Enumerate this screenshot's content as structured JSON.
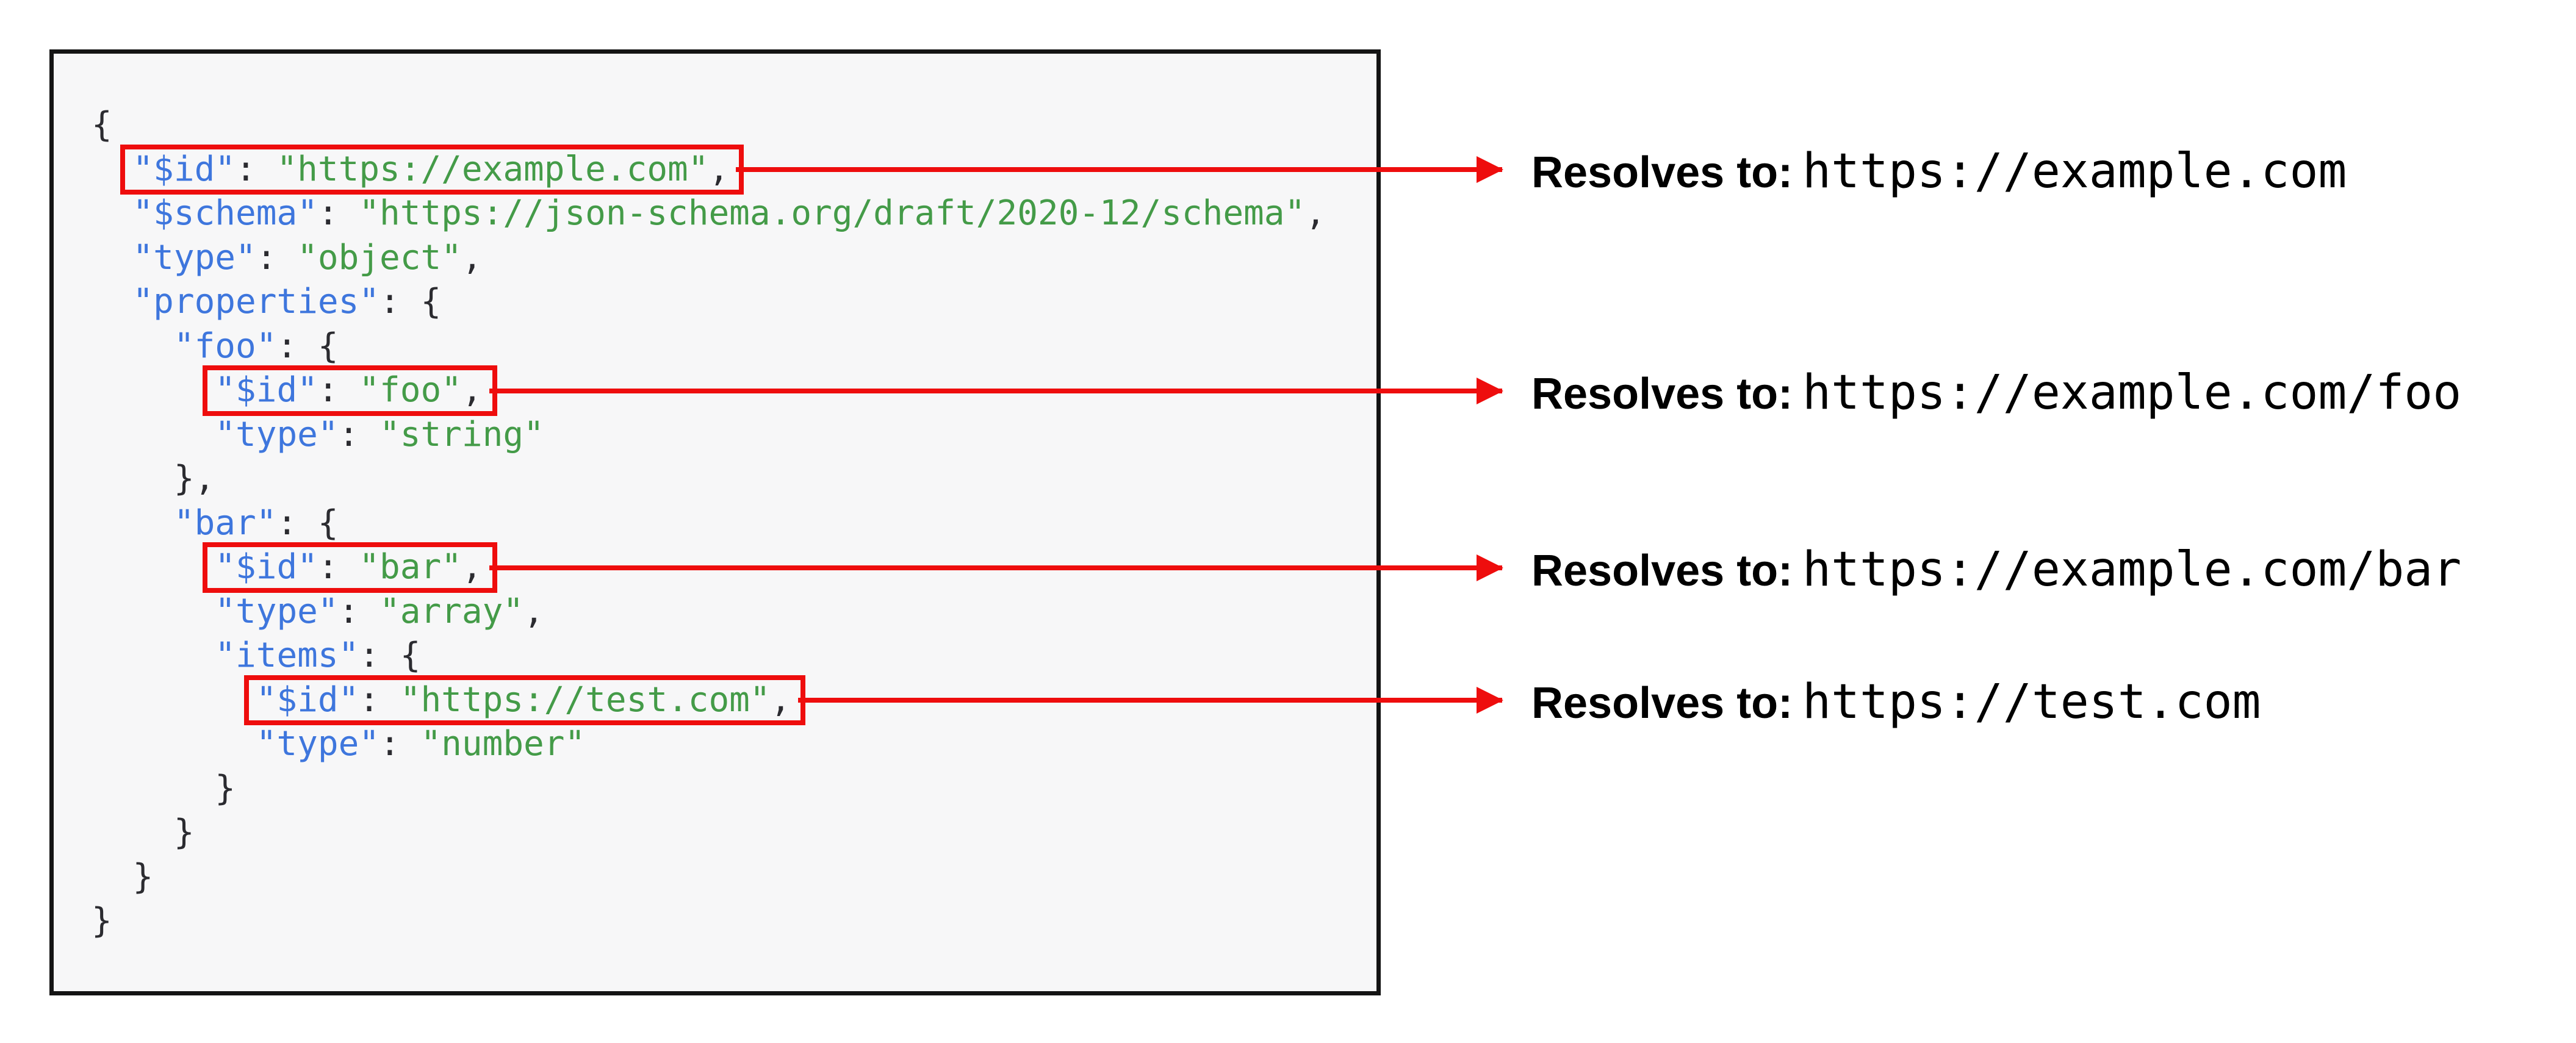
{
  "colors": {
    "key_blue": "#3e76dd",
    "string_green": "#449b48",
    "punctuation_dark": "#2b2b30",
    "highlight_red": "#ee0d0d",
    "box_border_black": "#141414",
    "box_background_gray": "#f7f7f8"
  },
  "code_block": {
    "language": "json",
    "lines": [
      {
        "indent": 0,
        "parts": [
          [
            "p",
            "{"
          ]
        ]
      },
      {
        "indent": 2,
        "highlight": true,
        "arrow": 0,
        "parts": [
          [
            "k",
            "\"$id\""
          ],
          [
            "p",
            ": "
          ],
          [
            "s",
            "\"https://example.com\""
          ],
          [
            "p",
            ","
          ]
        ]
      },
      {
        "indent": 2,
        "parts": [
          [
            "k",
            "\"$schema\""
          ],
          [
            "p",
            ": "
          ],
          [
            "s",
            "\"https://json-schema.org/draft/2020-12/schema\""
          ],
          [
            "p",
            ","
          ]
        ]
      },
      {
        "indent": 2,
        "parts": [
          [
            "k",
            "\"type\""
          ],
          [
            "p",
            ": "
          ],
          [
            "s",
            "\"object\""
          ],
          [
            "p",
            ","
          ]
        ]
      },
      {
        "indent": 2,
        "parts": [
          [
            "k",
            "\"properties\""
          ],
          [
            "p",
            ": {"
          ]
        ]
      },
      {
        "indent": 4,
        "parts": [
          [
            "k",
            "\"foo\""
          ],
          [
            "p",
            ": {"
          ]
        ]
      },
      {
        "indent": 6,
        "highlight": true,
        "arrow": 1,
        "parts": [
          [
            "k",
            "\"$id\""
          ],
          [
            "p",
            ": "
          ],
          [
            "s",
            "\"foo\""
          ],
          [
            "p",
            ","
          ]
        ]
      },
      {
        "indent": 6,
        "parts": [
          [
            "k",
            "\"type\""
          ],
          [
            "p",
            ": "
          ],
          [
            "s",
            "\"string\""
          ]
        ]
      },
      {
        "indent": 4,
        "parts": [
          [
            "p",
            "},"
          ]
        ]
      },
      {
        "indent": 4,
        "parts": [
          [
            "k",
            "\"bar\""
          ],
          [
            "p",
            ": {"
          ]
        ]
      },
      {
        "indent": 6,
        "highlight": true,
        "arrow": 2,
        "parts": [
          [
            "k",
            "\"$id\""
          ],
          [
            "p",
            ": "
          ],
          [
            "s",
            "\"bar\""
          ],
          [
            "p",
            ","
          ]
        ]
      },
      {
        "indent": 6,
        "parts": [
          [
            "k",
            "\"type\""
          ],
          [
            "p",
            ": "
          ],
          [
            "s",
            "\"array\""
          ],
          [
            "p",
            ","
          ]
        ]
      },
      {
        "indent": 6,
        "parts": [
          [
            "k",
            "\"items\""
          ],
          [
            "p",
            ": {"
          ]
        ]
      },
      {
        "indent": 8,
        "highlight": true,
        "arrow": 3,
        "parts": [
          [
            "k",
            "\"$id\""
          ],
          [
            "p",
            ": "
          ],
          [
            "s",
            "\"https://test.com\""
          ],
          [
            "p",
            ","
          ]
        ]
      },
      {
        "indent": 8,
        "parts": [
          [
            "k",
            "\"type\""
          ],
          [
            "p",
            ": "
          ],
          [
            "s",
            "\"number\""
          ]
        ]
      },
      {
        "indent": 6,
        "parts": [
          [
            "p",
            "}"
          ]
        ]
      },
      {
        "indent": 4,
        "parts": [
          [
            "p",
            "}"
          ]
        ]
      },
      {
        "indent": 2,
        "parts": [
          [
            "p",
            "}"
          ]
        ]
      },
      {
        "indent": 0,
        "parts": [
          [
            "p",
            "}"
          ]
        ]
      }
    ]
  },
  "annotations": [
    {
      "label": "Resolves to:",
      "value": "https://example.com"
    },
    {
      "label": "Resolves to:",
      "value": "https://example.com/foo"
    },
    {
      "label": "Resolves to:",
      "value": "https://example.com/bar"
    },
    {
      "label": "Resolves to:",
      "value": "https://test.com"
    }
  ]
}
